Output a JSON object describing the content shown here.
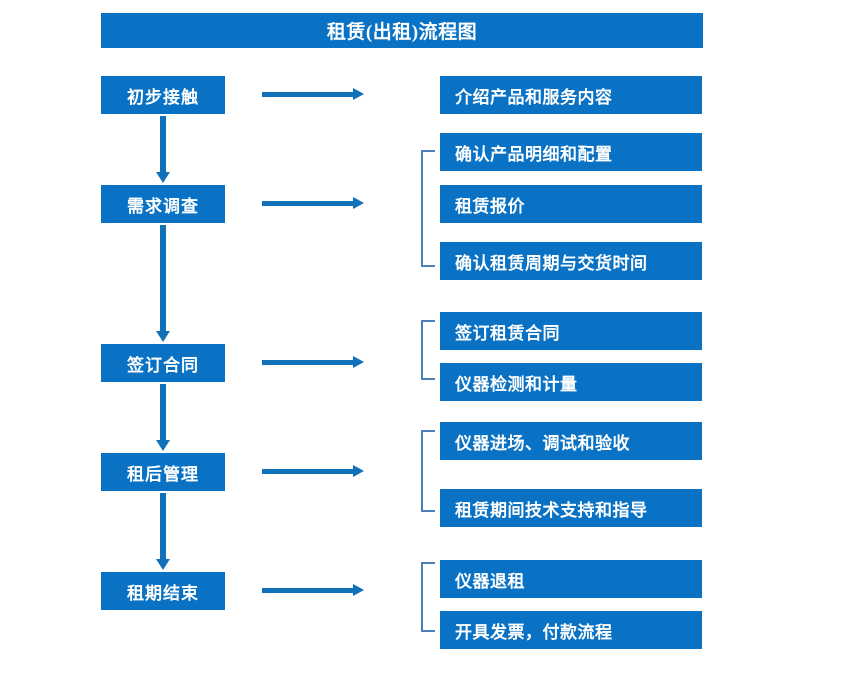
{
  "diagram": {
    "title": "租赁(出租)流程图",
    "accent_color": "#0a72c4",
    "arrow_color": "#1171b8",
    "bracket_color": "#4d7eb5",
    "text_color": "#ffffff"
  },
  "stages": [
    {
      "label": "初步接触"
    },
    {
      "label": "需求调查"
    },
    {
      "label": "签订合同"
    },
    {
      "label": "租后管理"
    },
    {
      "label": "租期结束"
    }
  ],
  "details": [
    {
      "label": "介绍产品和服务内容"
    },
    {
      "label": "确认产品明细和配置"
    },
    {
      "label": "租赁报价"
    },
    {
      "label": "确认租赁周期与交货时间"
    },
    {
      "label": "签订租赁合同"
    },
    {
      "label": "仪器检测和计量"
    },
    {
      "label": "仪器进场、调试和验收"
    },
    {
      "label": "租赁期间技术支持和指导"
    },
    {
      "label": "仪器退租"
    },
    {
      "label": "开具发票，付款流程"
    }
  ],
  "groups": [
    {
      "stage": "需求调查",
      "members": [
        "确认产品明细和配置",
        "租赁报价",
        "确认租赁周期与交货时间"
      ]
    },
    {
      "stage": "签订合同",
      "members": [
        "签订租赁合同",
        "仪器检测和计量"
      ]
    },
    {
      "stage": "租后管理",
      "members": [
        "仪器进场、调试和验收",
        "租赁期间技术支持和指导"
      ]
    },
    {
      "stage": "租期结束",
      "members": [
        "仪器退租",
        "开具发票，付款流程"
      ]
    }
  ],
  "flow": [
    {
      "from": "初步接触",
      "to": "需求调查"
    },
    {
      "from": "需求调查",
      "to": "签订合同"
    },
    {
      "from": "签订合同",
      "to": "租后管理"
    },
    {
      "from": "租后管理",
      "to": "租期结束"
    }
  ]
}
